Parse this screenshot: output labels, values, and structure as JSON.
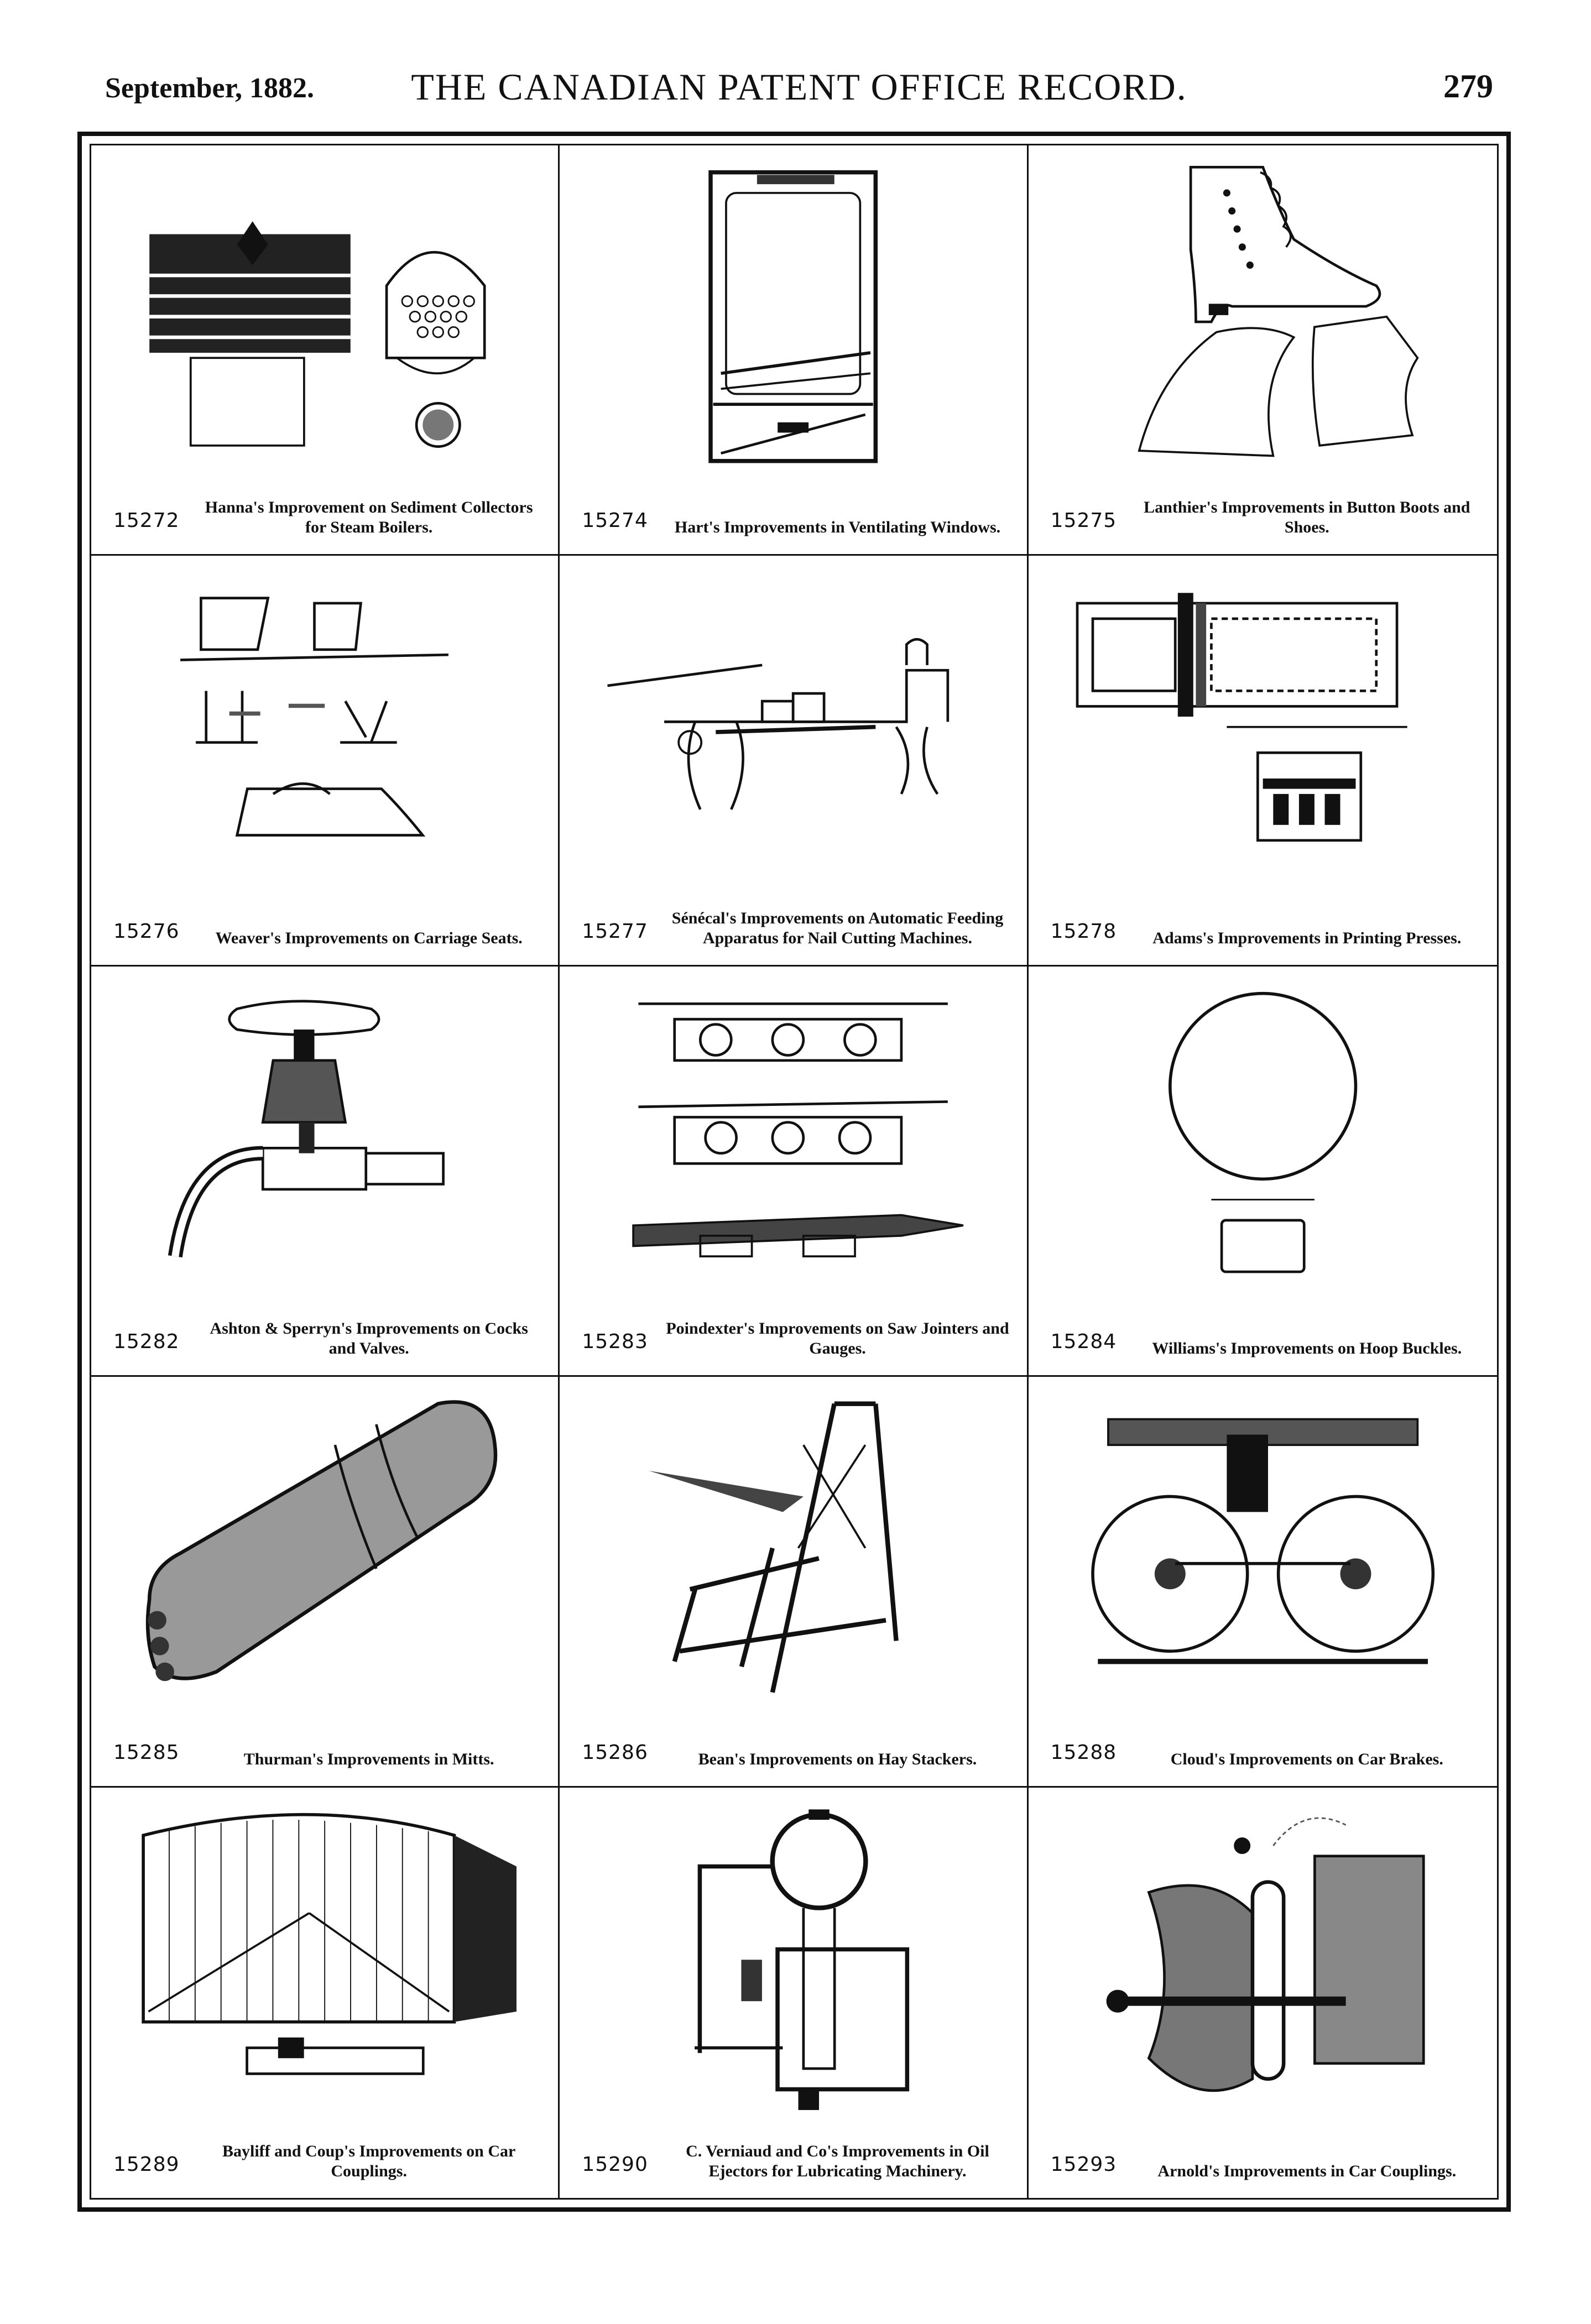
{
  "header": {
    "date": "September, 1882.",
    "title": "THE CANADIAN PATENT OFFICE RECORD.",
    "page": "279"
  },
  "patents": [
    {
      "number": "15272",
      "caption": "Hanna's Improvement on Sediment Collectors for Steam Boilers.",
      "figure": "boiler-sediment-collector-figure"
    },
    {
      "number": "15274",
      "caption": "Hart's Improvements in Ventilating Windows.",
      "figure": "ventilating-window-figure"
    },
    {
      "number": "15275",
      "caption": "Lanthier's Improvements in Button Boots and Shoes.",
      "figure": "button-boot-figure"
    },
    {
      "number": "15276",
      "caption": "Weaver's Improvements on Carriage Seats.",
      "figure": "carriage-seat-figure"
    },
    {
      "number": "15277",
      "caption": "Sénécal's Improvements on Automatic Feeding Apparatus for Nail Cutting Machines.",
      "figure": "nail-feeding-machine-figure"
    },
    {
      "number": "15278",
      "caption": "Adams's Improvements in Printing Presses.",
      "figure": "printing-press-figure"
    },
    {
      "number": "15282",
      "caption": "Ashton & Sperryn's Improvements on Cocks and Valves.",
      "figure": "cock-valve-figure"
    },
    {
      "number": "15283",
      "caption": "Poindexter's Improvements on Saw Jointers and Gauges.",
      "figure": "saw-jointer-figure"
    },
    {
      "number": "15284",
      "caption": "Williams's Improvements on Hoop Buckles.",
      "figure": "hoop-buckle-figure"
    },
    {
      "number": "15285",
      "caption": "Thurman's Improvements in Mitts.",
      "figure": "mitt-figure"
    },
    {
      "number": "15286",
      "caption": "Bean's Improvements on Hay Stackers.",
      "figure": "hay-stacker-figure"
    },
    {
      "number": "15288",
      "caption": "Cloud's Improvements on Car Brakes.",
      "figure": "car-brake-figure"
    },
    {
      "number": "15289",
      "caption": "Bayliff and Coup's Improvements on Car Couplings.",
      "figure": "freight-car-figure"
    },
    {
      "number": "15290",
      "caption": "C. Verniaud and Co's Improvements in Oil Ejectors for Lubricating Machinery.",
      "figure": "oil-ejector-figure"
    },
    {
      "number": "15293",
      "caption": "Arnold's Improvements in Car Couplings.",
      "figure": "car-coupling-figure"
    }
  ]
}
